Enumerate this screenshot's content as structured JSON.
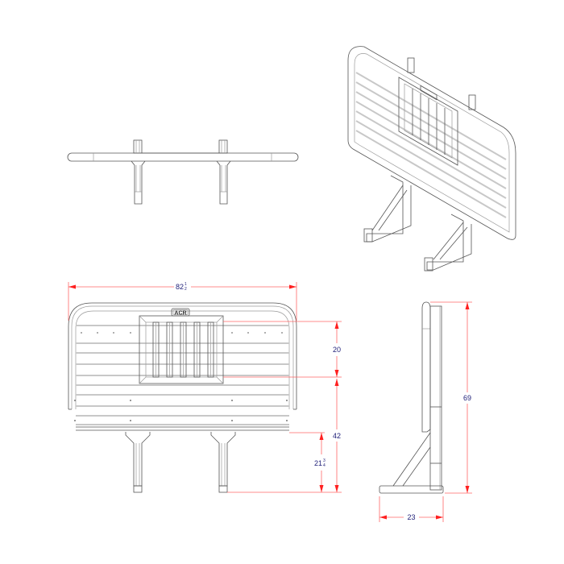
{
  "drawing": {
    "subject": "headache rack technical drawing",
    "views": [
      "top",
      "isometric",
      "front",
      "side"
    ],
    "logo_text": "ACR"
  },
  "dimensions": {
    "overall_width": {
      "whole": "82",
      "frac_num": "1",
      "frac_den": "2"
    },
    "window_height": "20",
    "lower_height": "42",
    "leg_height": {
      "whole": "21",
      "frac_num": "3",
      "frac_den": "4"
    },
    "overall_height": "69",
    "depth": "23"
  },
  "colors": {
    "line": "#555555",
    "dimension_line": "#ff6666",
    "arrow": "#ff2020",
    "dimension_text": "#22227a"
  }
}
